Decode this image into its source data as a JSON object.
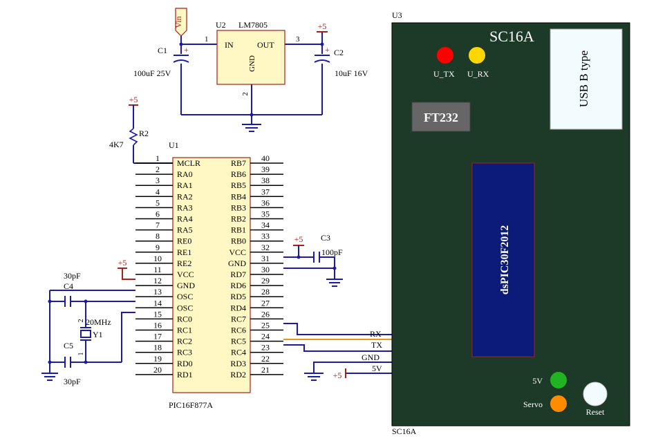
{
  "regulator": {
    "designator": "U2",
    "part": "LM7805",
    "in_label": "IN",
    "out_label": "OUT",
    "gnd_label": "GND",
    "pin_in": "1",
    "pin_out": "3",
    "pin_gnd": "2",
    "vin_label": "Vin"
  },
  "supply": {
    "plus5": "+5"
  },
  "caps": {
    "c1_name": "C1",
    "c1_value": "100uF 25V",
    "c2_name": "C2",
    "c2_value": "10uF 16V",
    "c3_name": "C3",
    "c3_value": "100pF",
    "c4_name": "C4",
    "c4_value": "30pF",
    "c5_name": "C5",
    "c5_value": "30pF",
    "polarity": "+"
  },
  "resistor": {
    "name": "R2",
    "value": "4K7"
  },
  "crystal": {
    "name": "Y1",
    "value": "20MHz",
    "pin1": "1",
    "pin2": "2"
  },
  "mcu": {
    "designator": "U1",
    "part": "PIC16F877A",
    "left_pins": [
      {
        "num": "1",
        "name": "MCLR"
      },
      {
        "num": "2",
        "name": "RA0"
      },
      {
        "num": "3",
        "name": "RA1"
      },
      {
        "num": "4",
        "name": "RA2"
      },
      {
        "num": "5",
        "name": "RA3"
      },
      {
        "num": "6",
        "name": "RA4"
      },
      {
        "num": "7",
        "name": "RA5"
      },
      {
        "num": "8",
        "name": "RE0"
      },
      {
        "num": "9",
        "name": "RE1"
      },
      {
        "num": "10",
        "name": "RE2"
      },
      {
        "num": "11",
        "name": "VCC"
      },
      {
        "num": "12",
        "name": "GND"
      },
      {
        "num": "13",
        "name": "OSC"
      },
      {
        "num": "14",
        "name": "OSC"
      },
      {
        "num": "15",
        "name": "RC0"
      },
      {
        "num": "16",
        "name": "RC1"
      },
      {
        "num": "17",
        "name": "RC2"
      },
      {
        "num": "18",
        "name": "RC3"
      },
      {
        "num": "19",
        "name": "RD0"
      },
      {
        "num": "20",
        "name": "RD1"
      }
    ],
    "right_pins": [
      {
        "num": "40",
        "name": "RB7"
      },
      {
        "num": "39",
        "name": "RB6"
      },
      {
        "num": "38",
        "name": "RB5"
      },
      {
        "num": "37",
        "name": "RB4"
      },
      {
        "num": "36",
        "name": "RB3"
      },
      {
        "num": "35",
        "name": "RB2"
      },
      {
        "num": "34",
        "name": "RB1"
      },
      {
        "num": "33",
        "name": "RB0"
      },
      {
        "num": "32",
        "name": "VCC"
      },
      {
        "num": "31",
        "name": "GND"
      },
      {
        "num": "30",
        "name": "RD7"
      },
      {
        "num": "29",
        "name": "RD6"
      },
      {
        "num": "28",
        "name": "RD5"
      },
      {
        "num": "27",
        "name": "RD4"
      },
      {
        "num": "26",
        "name": "RC7"
      },
      {
        "num": "25",
        "name": "RC6"
      },
      {
        "num": "24",
        "name": "RC5"
      },
      {
        "num": "23",
        "name": "RC4"
      },
      {
        "num": "22",
        "name": "RD3"
      },
      {
        "num": "21",
        "name": "RD2"
      }
    ]
  },
  "board": {
    "designator": "U3",
    "title": "SC16A",
    "footer": "SC16A",
    "usb_label": "USB B type",
    "ftdi_label": "FT232",
    "dsp_label": "dsPIC30F2012",
    "led_tx": "U_TX",
    "led_rx": "U_RX",
    "led_5v": "5V",
    "led_servo": "Servo",
    "reset_label": "Reset",
    "conn_rx": "RX",
    "conn_tx": "TX",
    "conn_gnd": "GND",
    "conn_5v": "5V"
  },
  "colors": {
    "board": "#1d3a28",
    "component_fill": "#fff7c4",
    "component_border": "#a8201a",
    "wire": "#1a1aa8",
    "tx_wire": "#e8951a",
    "pin_line": "#000000",
    "led_red": "#ff0000",
    "led_yellow": "#ffd700",
    "led_green": "#22b322",
    "led_orange": "#ff8c00",
    "dsp_fill": "#0c1a78",
    "ftdi_fill": "#666666",
    "usb_fill": "#f2fbfd"
  }
}
